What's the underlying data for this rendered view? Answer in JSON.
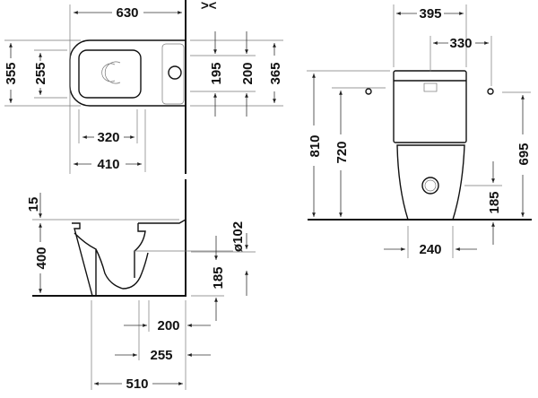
{
  "top_view": {
    "width": "630",
    "depth_left": "355",
    "seat_depth": "255",
    "seat_length": "320",
    "bowl_length": "410",
    "d195": "195",
    "d200": "200",
    "d365": "365",
    "wall_mark": "><"
  },
  "side_view": {
    "rim_thickness": "15",
    "height": "400",
    "outlet_diameter": "ø102",
    "outlet_height": "185",
    "d200": "200",
    "d255": "255",
    "d510": "510"
  },
  "front_view": {
    "width": "395",
    "fixing_distance": "330",
    "total_height": "810",
    "d720": "720",
    "d695": "695",
    "d185": "185",
    "base_width": "240"
  }
}
